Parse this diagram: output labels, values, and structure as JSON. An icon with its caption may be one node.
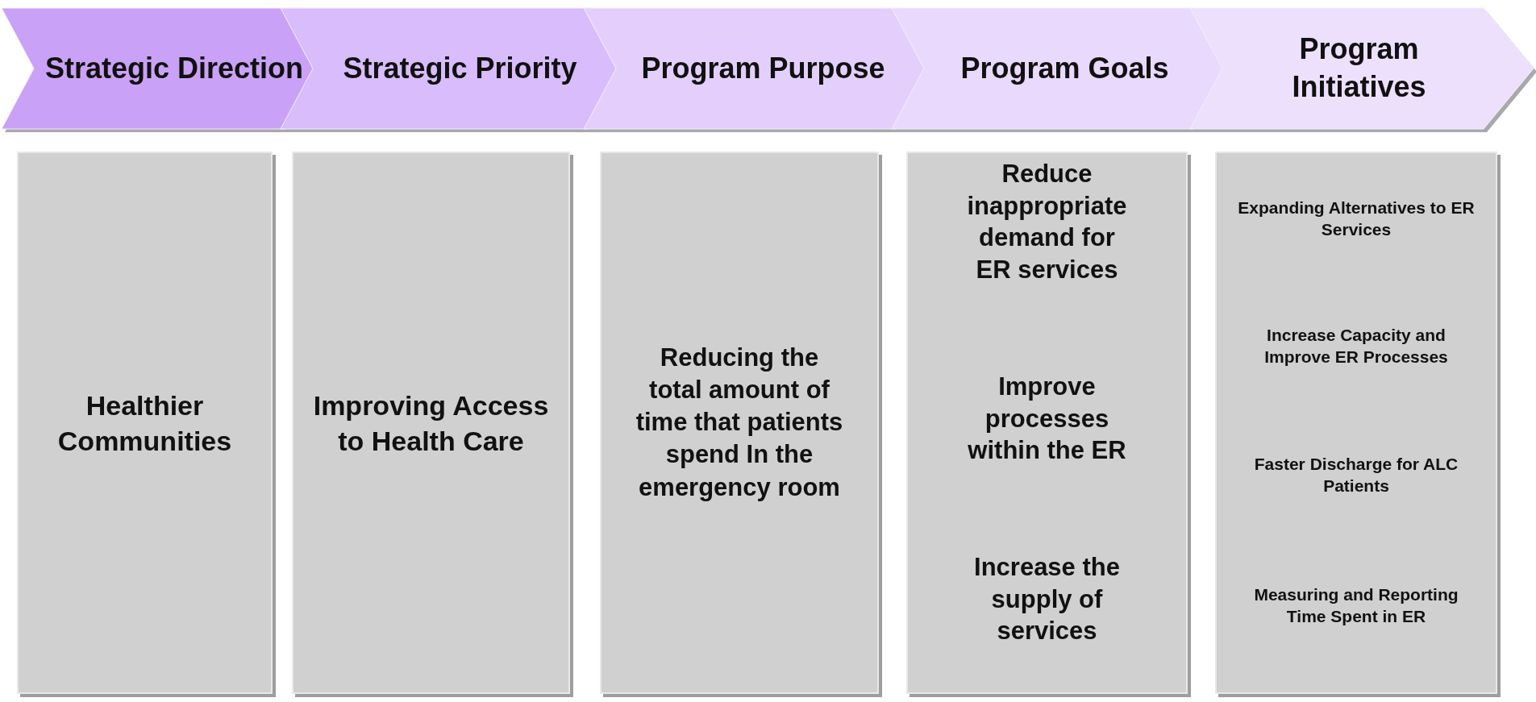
{
  "diagram": {
    "nodes": [
      {
        "text": [
          "Strategic Direction"
        ]
      },
      {
        "text": [
          "Strategic Priority"
        ]
      },
      {
        "text": [
          "Program Purpose"
        ]
      },
      {
        "text": [
          "Program Goals"
        ]
      },
      {
        "text": [
          "Program Initiatives"
        ]
      },
      {
        "text": [
          "Healthier Communities"
        ]
      },
      {
        "text": [
          "Improving Access to Health Care"
        ]
      },
      {
        "text": [
          "Reducing the total amount of time that patients spend In the emergency room"
        ]
      },
      {
        "text": [
          "Reduce inappropriate demand for ER services",
          "Improve processes within the ER",
          "Increase the supply of services"
        ]
      },
      {
        "text": [
          "Expanding Alternatives to ER Services",
          "Increase Capacity and Improve ER Processes",
          "Faster Discharge for ALC Patients",
          "Measuring and Reporting Time Spent in ER"
        ]
      }
    ]
  }
}
